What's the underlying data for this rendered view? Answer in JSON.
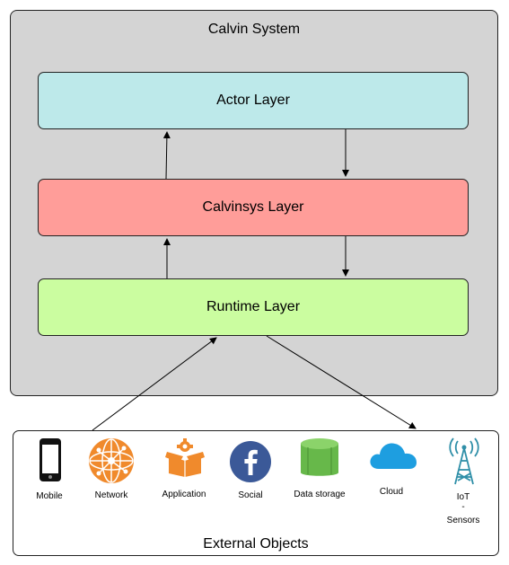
{
  "system": {
    "title": "Calvin System"
  },
  "layers": {
    "actor": "Actor Layer",
    "calvinsys": "Calvinsys Layer",
    "runtime": "Runtime Layer"
  },
  "external": {
    "title": "External Objects",
    "objects": [
      {
        "label": "Mobile",
        "icon": "mobile-phone-icon"
      },
      {
        "label": "Network",
        "icon": "network-globe-icon"
      },
      {
        "label": "Application",
        "icon": "application-box-icon"
      },
      {
        "label": "Social",
        "icon": "facebook-icon"
      },
      {
        "label": "Data storage",
        "icon": "database-cylinder-icon"
      },
      {
        "label": "Cloud",
        "icon": "cloud-icon"
      },
      {
        "label": "IoT",
        "label_mid": "-",
        "label_sub": "Sensors",
        "icon": "antenna-tower-icon"
      }
    ]
  },
  "colors": {
    "system_bg": "#d4d4d4",
    "actor_layer": "#bde9ea",
    "calvinsys_layer": "#ff9d99",
    "runtime_layer": "#cbfda0",
    "orange_icons": "#f08a2c",
    "facebook": "#3b5998",
    "storage_green": "#67b84a",
    "cloud_blue": "#1e9ee0",
    "tower_teal": "#2f8fa8"
  }
}
